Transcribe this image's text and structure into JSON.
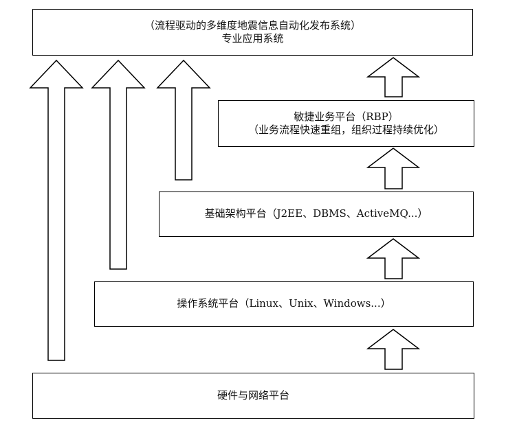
{
  "diagram": {
    "layers": [
      {
        "id": "app",
        "lines": [
          "（流程驱动的多维度地震信息自动化发布系统）",
          "专业应用系统"
        ]
      },
      {
        "id": "rbp",
        "lines": [
          "敏捷业务平台（RBP）",
          "（业务流程快速重组，组织过程持续优化）"
        ]
      },
      {
        "id": "infra",
        "lines": [
          "基础架构平台（J2EE、DBMS、ActiveMQ...）"
        ]
      },
      {
        "id": "os",
        "lines": [
          "操作系统平台（Linux、Unix、Windows...）"
        ]
      },
      {
        "id": "hardware",
        "lines": [
          "硬件与网络平台"
        ]
      }
    ],
    "line_color": "#000000",
    "fill_color": "#ffffff"
  }
}
